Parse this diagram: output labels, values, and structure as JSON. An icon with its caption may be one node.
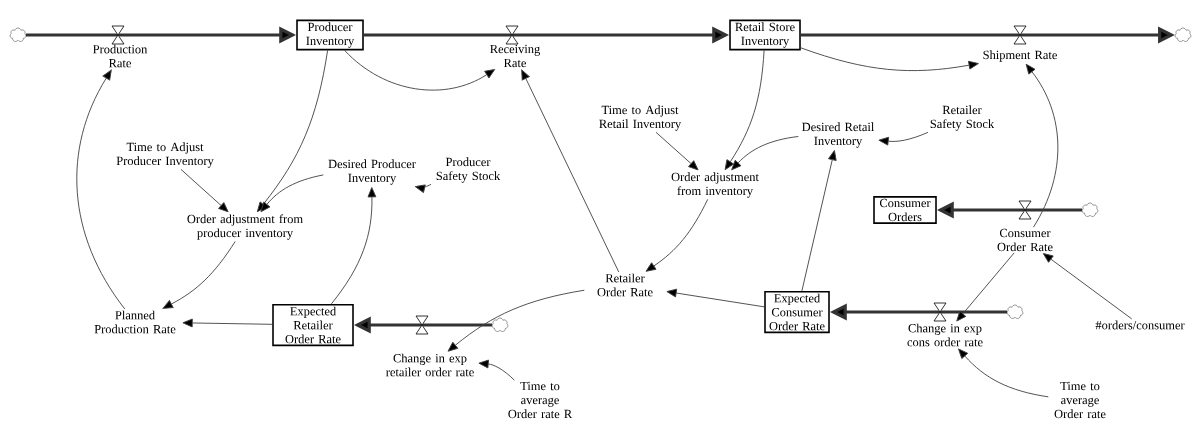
{
  "diagram": {
    "nodes": [
      {
        "text": [],
        "shape": "cloud"
      },
      {
        "text": [
          "Production Rate"
        ]
      },
      {
        "text": [
          "Producer Inventory"
        ]
      },
      {
        "text": [
          "Receiving Rate"
        ]
      },
      {
        "text": [
          "Retail Store Inventory"
        ]
      },
      {
        "text": [
          "Shipment Rate"
        ]
      },
      {
        "text": [],
        "shape": "cloud"
      },
      {
        "text": [
          "Time to Adjust Retail Inventory"
        ]
      },
      {
        "text": [
          "Desired Retail Inventory"
        ]
      },
      {
        "text": [
          "Retailer Safety Stock"
        ]
      },
      {
        "text": [
          "Time to Adjust Producer Inventory"
        ]
      },
      {
        "text": [
          "Desired Producer Inventory"
        ]
      },
      {
        "text": [
          "Producer Safety Stock"
        ]
      },
      {
        "text": [
          "Order adjustment from inventory"
        ]
      },
      {
        "text": [
          "Consumer Orders"
        ]
      },
      {
        "text": [
          "Consumer Order Rate"
        ]
      },
      {
        "text": [],
        "shape": "cloud"
      },
      {
        "text": [
          "Order adjustment from producer inventory"
        ]
      },
      {
        "text": [
          "Retailer Order Rate"
        ]
      },
      {
        "text": [
          "Planned Production Rate"
        ]
      },
      {
        "text": [
          "Expected Retailer Order Rate"
        ]
      },
      {
        "text": [
          "Change in exp retailer order rate"
        ]
      },
      {
        "text": [],
        "shape": "cloud"
      },
      {
        "text": [
          "Expected Consumer Order Rate"
        ]
      },
      {
        "text": [
          "Change in exp cons order rate"
        ]
      },
      {
        "text": [],
        "shape": "cloud"
      },
      {
        "text": [
          "#orders/consumer"
        ]
      },
      {
        "text": [
          "Time to average Order rate R"
        ]
      },
      {
        "text": [
          "Time to average Order rate"
        ]
      }
    ],
    "edges": [
      {
        "from": 0,
        "to": 2,
        "arrow": "to",
        "style": "thick"
      },
      {
        "from": 2,
        "to": 4,
        "arrow": "to",
        "style": "thick"
      },
      {
        "from": 4,
        "to": 6,
        "arrow": "to",
        "style": "thick"
      },
      {
        "from": 16,
        "to": 14,
        "arrow": "to",
        "style": "thick"
      },
      {
        "from": 22,
        "to": 20,
        "arrow": "to",
        "style": "thick"
      },
      {
        "from": 25,
        "to": 23,
        "arrow": "to",
        "style": "thick"
      },
      {
        "from": 19,
        "to": 1,
        "arrow": "to"
      },
      {
        "from": 2,
        "to": 17,
        "arrow": "to"
      },
      {
        "from": 2,
        "to": 3,
        "arrow": "to"
      },
      {
        "from": 4,
        "to": 5,
        "arrow": "to"
      },
      {
        "from": 4,
        "to": 13,
        "arrow": "to"
      },
      {
        "from": 7,
        "to": 13,
        "arrow": "to"
      },
      {
        "from": 8,
        "to": 13,
        "arrow": "to"
      },
      {
        "from": 9,
        "to": 8,
        "arrow": "to"
      },
      {
        "from": 10,
        "to": 17,
        "arrow": "to"
      },
      {
        "from": 11,
        "to": 17,
        "arrow": "to"
      },
      {
        "from": 12,
        "to": 11,
        "arrow": "to"
      },
      {
        "from": 17,
        "to": 19,
        "arrow": "to"
      },
      {
        "from": 20,
        "to": 19,
        "arrow": "to"
      },
      {
        "from": 20,
        "to": 11,
        "arrow": "to"
      },
      {
        "from": 18,
        "to": 3,
        "arrow": "to"
      },
      {
        "from": 13,
        "to": 18,
        "arrow": "to"
      },
      {
        "from": 18,
        "to": 21,
        "arrow": "to"
      },
      {
        "from": 23,
        "to": 18,
        "arrow": "to"
      },
      {
        "from": 23,
        "to": 8,
        "arrow": "to"
      },
      {
        "from": 15,
        "to": 5,
        "arrow": "to"
      },
      {
        "from": 15,
        "to": 24,
        "arrow": "to"
      },
      {
        "from": 26,
        "to": 15,
        "arrow": "to"
      },
      {
        "from": 27,
        "to": 21,
        "arrow": "to"
      },
      {
        "from": 28,
        "to": 24,
        "arrow": "to"
      }
    ]
  }
}
